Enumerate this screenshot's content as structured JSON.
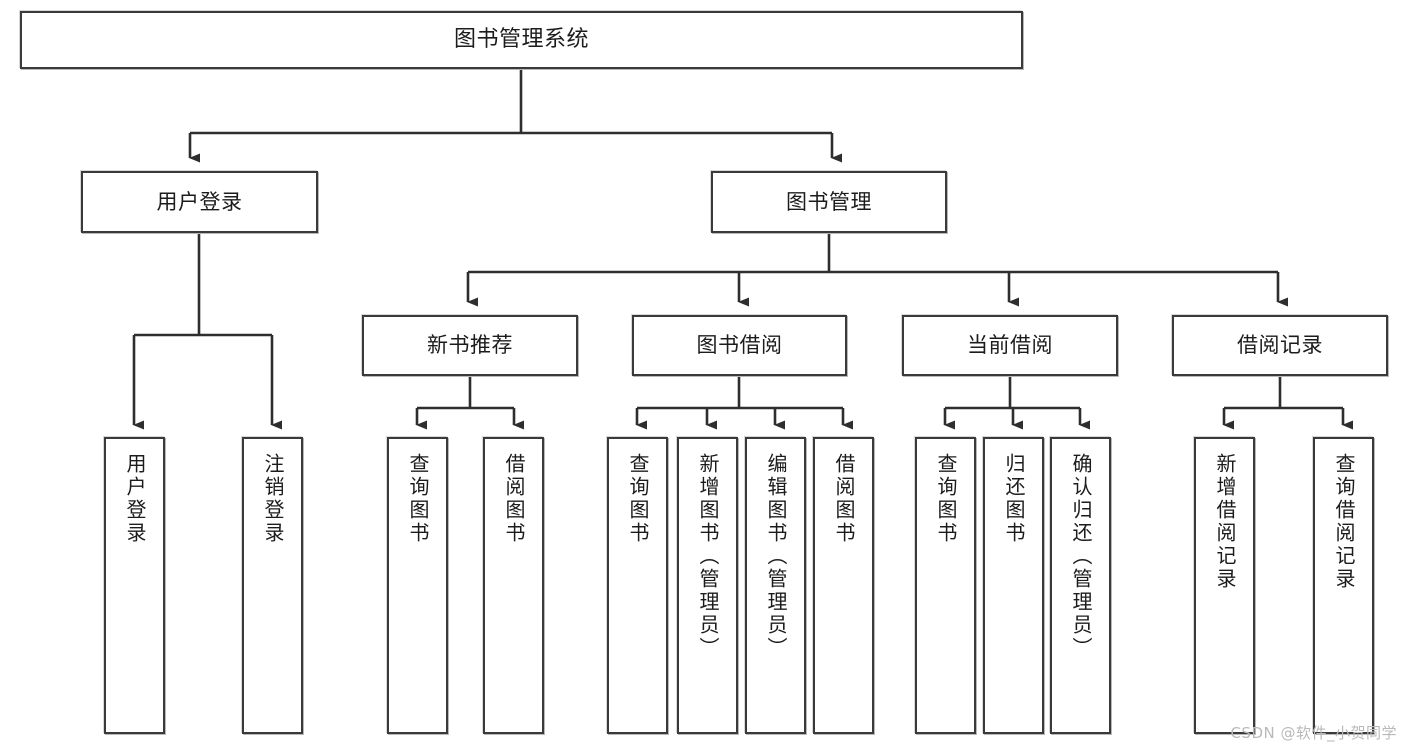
{
  "diagram": {
    "title": "图书管理系统",
    "watermark": "CSDN @软件_小贺同学",
    "colors": {
      "background": "#ffffff",
      "node_border": "#3a3a3a",
      "node_fill": "#ffffff",
      "connector": "#2e2e2e",
      "watermark": "#b9b9b9"
    },
    "root": {
      "label": "图书管理系统"
    },
    "level1": [
      {
        "label": "用户登录"
      },
      {
        "label": "图书管理"
      }
    ],
    "level2": [
      {
        "label": "新书推荐"
      },
      {
        "label": "图书借阅"
      },
      {
        "label": "当前借阅"
      },
      {
        "label": "借阅记录"
      }
    ],
    "leaves": {
      "user_login": [
        {
          "label": "用户登录"
        },
        {
          "label": "注销登录"
        }
      ],
      "new_book": [
        {
          "label": "查询图书"
        },
        {
          "label": "借阅图书"
        }
      ],
      "book_borrow": [
        {
          "label": "查询图书"
        },
        {
          "label": "新增图书（管理员）"
        },
        {
          "label": "编辑图书（管理员）"
        },
        {
          "label": "借阅图书"
        }
      ],
      "current_borrow": [
        {
          "label": "查询图书"
        },
        {
          "label": "归还图书"
        },
        {
          "label": "确认归还（管理员）"
        }
      ],
      "borrow_record": [
        {
          "label": "新增借阅记录"
        },
        {
          "label": "查询借阅记录"
        }
      ]
    }
  }
}
